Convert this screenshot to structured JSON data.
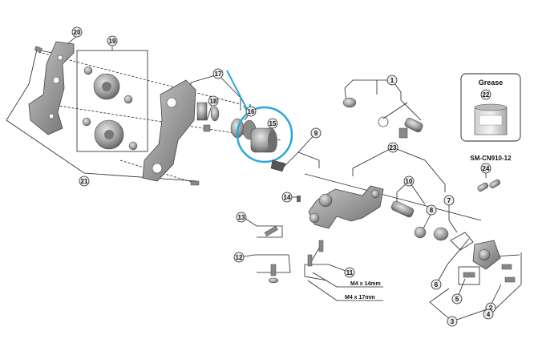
{
  "diagram": {
    "callouts": [
      "1",
      "2",
      "3",
      "4",
      "5",
      "6",
      "7",
      "8",
      "9",
      "10",
      "11",
      "12",
      "13",
      "14",
      "15",
      "16",
      "17",
      "18",
      "19",
      "20",
      "21",
      "22",
      "23",
      "24"
    ],
    "grease_label": "Grease",
    "chain_label": "SM-CN910-12",
    "bolt_labels": [
      "M4 x 14mm",
      "M4 x 17mm"
    ],
    "highlight_color": "#2aa7d8",
    "part_color": "#9a9a9a",
    "dark_color": "#5a5a5a"
  }
}
